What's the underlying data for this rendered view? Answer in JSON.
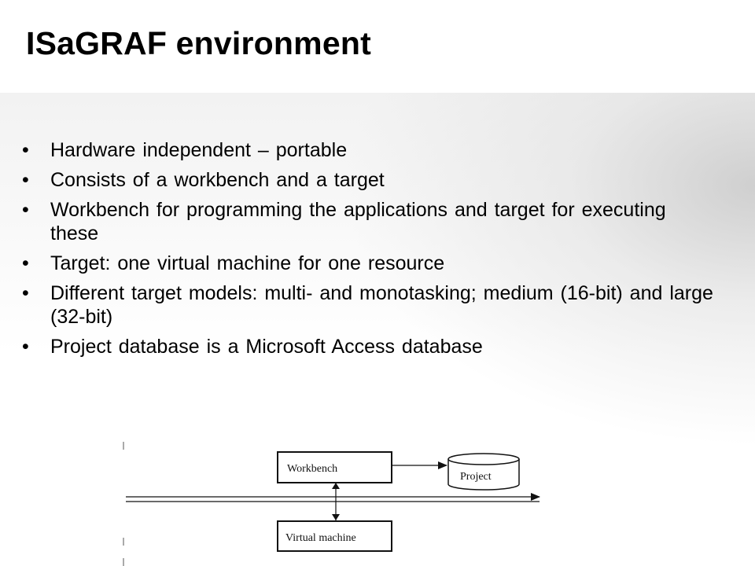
{
  "slide": {
    "title": "ISaGRAF environment",
    "bullet_char": "•",
    "bullets": [
      "Hardware independent – portable",
      "Consists of a workbench and a target",
      "Workbench for programming the applications and target for executing these",
      "Target: one virtual machine for one resource",
      "Different target models: multi- and monotasking; medium (16-bit) and large (32-bit)",
      "Project database is a Microsoft Access database"
    ]
  },
  "diagram": {
    "workbench_label": "Workbench",
    "project_label": "Project",
    "virtual_machine_label": "Virtual machine"
  }
}
